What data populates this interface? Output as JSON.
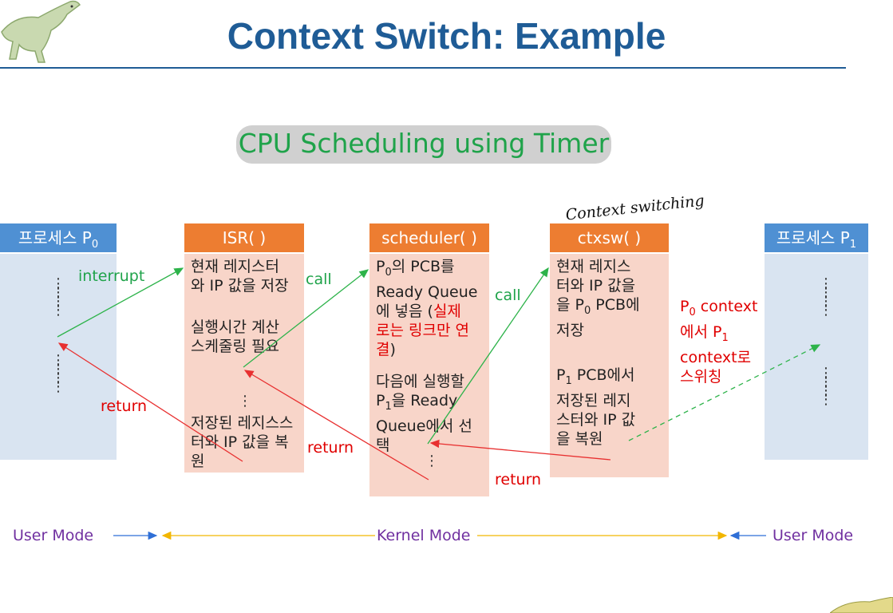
{
  "slide": {
    "title": "Context Switch: Example",
    "subtitle": "CPU Scheduling using Timer",
    "handwritten_note": "Context switching"
  },
  "boxes": {
    "p0": {
      "header": "프로세스 P",
      "sub": "0"
    },
    "isr": {
      "header": "ISR( )",
      "line1": "현재 레지스터\n와 IP 값을 저장",
      "line2": "실행시간 계산\n스케줄링 필요",
      "line3": "저장된 레지스스\n터와 IP 값을 복\n원"
    },
    "scheduler": {
      "header": "scheduler( )",
      "p0_sub": "0",
      "line1_rest": "의 PCB를\nReady Queue\n에 넣음 (",
      "line1_red": "실제\n로는 링크만 연\n결",
      "line1_end": ")",
      "line2_pre": "다음에 실행할\nP",
      "p1_sub": "1",
      "line2_rest": "을 Ready\nQueue에서 선\n택"
    },
    "ctxsw": {
      "header": "ctxsw( )",
      "line1_pre": "현재 레지스\n터와 IP 값을\n을 P",
      "p0_sub": "0",
      "line1_rest": " PCB에\n저장",
      "line2_pre": "P",
      "p1_sub": "1",
      "line2_rest": " PCB에서\n저장된 레지\n스터와 IP 값\n을 복원"
    },
    "p1": {
      "header": "프로세스 P",
      "sub": "1"
    }
  },
  "labels": {
    "interrupt": "interrupt",
    "call1": "call",
    "call2": "call",
    "return1": "return",
    "return2": "return",
    "return3": "return",
    "ctx_note_a": "P",
    "ctx_note_a_sub": "0",
    "ctx_note_b": " context",
    "ctx_note_c": "에서 P",
    "ctx_note_c_sub": "1",
    "ctx_note_d": "context로\n스위칭"
  },
  "modes": {
    "left": "User Mode",
    "middle": "Kernel Mode",
    "right": "User Mode"
  },
  "colors": {
    "title": "#1F5C96",
    "green_arrow": "#2db34a",
    "red_arrow": "#e83030",
    "mode_arrow_blue": "#2f6fd6",
    "mode_arrow_yellow": "#f2b600"
  }
}
